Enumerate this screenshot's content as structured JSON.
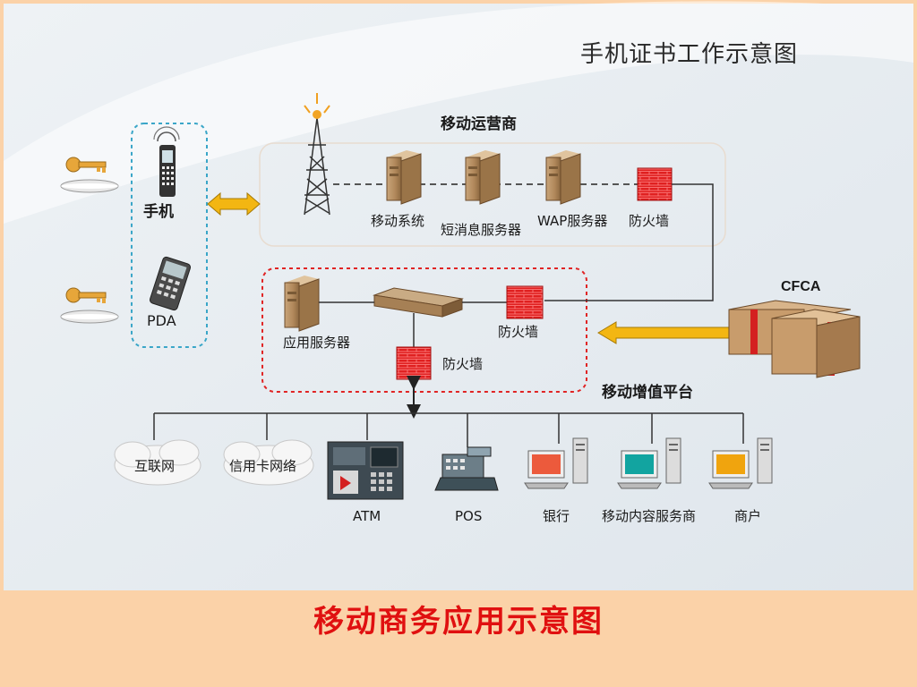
{
  "diagram": {
    "title": "手机证书工作示意图",
    "operator_group": "移动运营商",
    "value_added_group": "移动增值平台",
    "cfca": "CFCA",
    "devices": {
      "phone": "手机",
      "pda": "PDA"
    },
    "operator_nodes": {
      "mobile_system": "移动系统",
      "sms_server": "短消息服务器",
      "wap_server": "WAP服务器",
      "firewall": "防火墙"
    },
    "platform_nodes": {
      "app_server": "应用服务器",
      "firewall_right": "防火墙",
      "firewall_bottom": "防火墙"
    },
    "endpoints": {
      "internet": "互联网",
      "card_network": "信用卡网络",
      "atm": "ATM",
      "pos": "POS",
      "bank": "银行",
      "content_provider": "移动内容服务商",
      "merchant": "商户"
    }
  },
  "footer": {
    "title": "移动商务应用示意图"
  },
  "colors": {
    "firewall": "#e02020",
    "arrow": "#f3b612",
    "device_group_border": "#3aa6c8",
    "platform_group_border": "#e02424",
    "footer_text": "#e01010"
  }
}
